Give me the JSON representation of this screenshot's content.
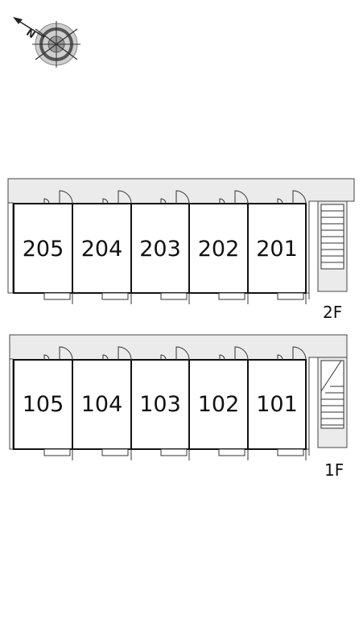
{
  "compass": {
    "north_label": "N",
    "icon": "compass-rose-icon"
  },
  "colors": {
    "corridor": "#ebebeb",
    "wall": "#222222",
    "background": "#ffffff"
  },
  "floors": [
    {
      "label": "2F",
      "units": [
        "205",
        "204",
        "203",
        "202",
        "201"
      ],
      "stair": "stairs-icon"
    },
    {
      "label": "1F",
      "units": [
        "105",
        "104",
        "103",
        "102",
        "101"
      ],
      "stair": "stairs-icon"
    }
  ]
}
